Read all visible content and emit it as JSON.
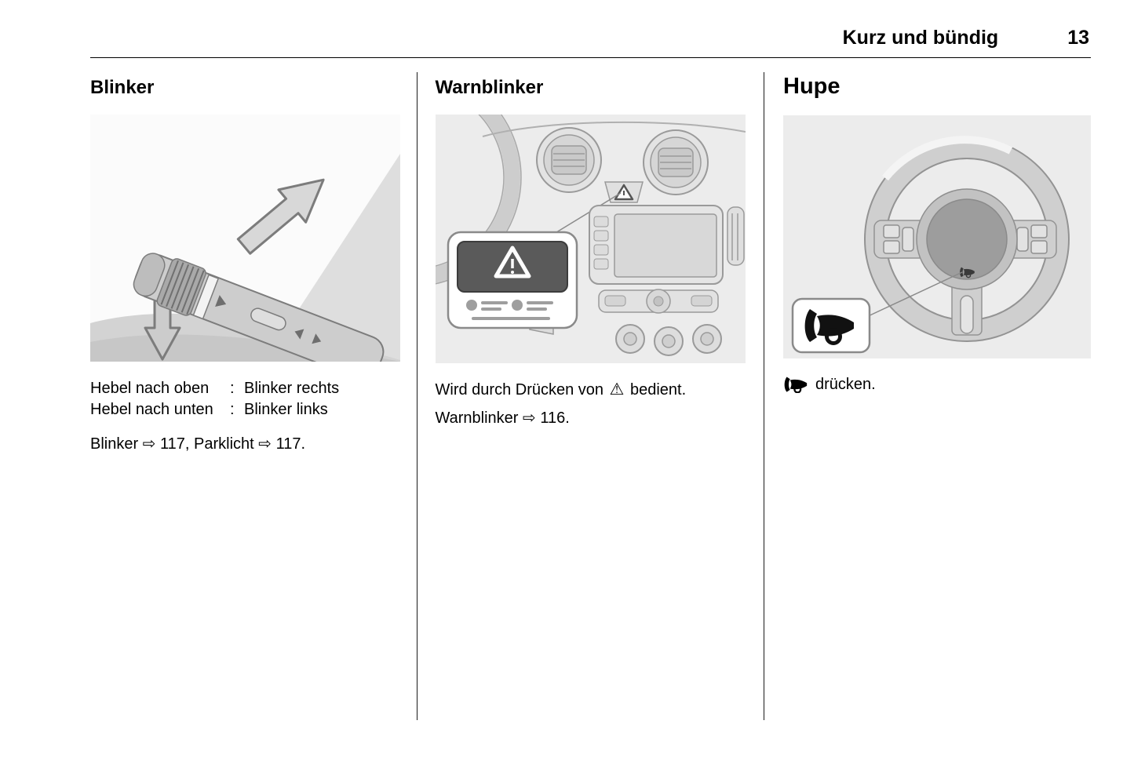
{
  "header": {
    "chapter": "Kurz und bündig",
    "page_number": "13"
  },
  "blinker": {
    "title": "Blinker",
    "rows": [
      {
        "term": "Hebel nach oben",
        "colon": ":",
        "definition": "Blinker rechts"
      },
      {
        "term": "Hebel nach unten",
        "colon": ":",
        "definition": "Blinker links"
      }
    ],
    "reference": "Blinker ⇨ 117, Parklicht ⇨ 117."
  },
  "warnblinker": {
    "title": "Warnblinker",
    "sentence_before_icon": "Wird durch Drücken von",
    "hazard_icon_glyph": "⚠",
    "sentence_after_icon": "bedient.",
    "reference": "Warnblinker ⇨ 116."
  },
  "hupe": {
    "title": "Hupe",
    "instruction": "drücken."
  },
  "colors": {
    "figure_background": "#ececec",
    "hazard_button": "#5a5a5a",
    "divider": "#1a1a1a"
  }
}
